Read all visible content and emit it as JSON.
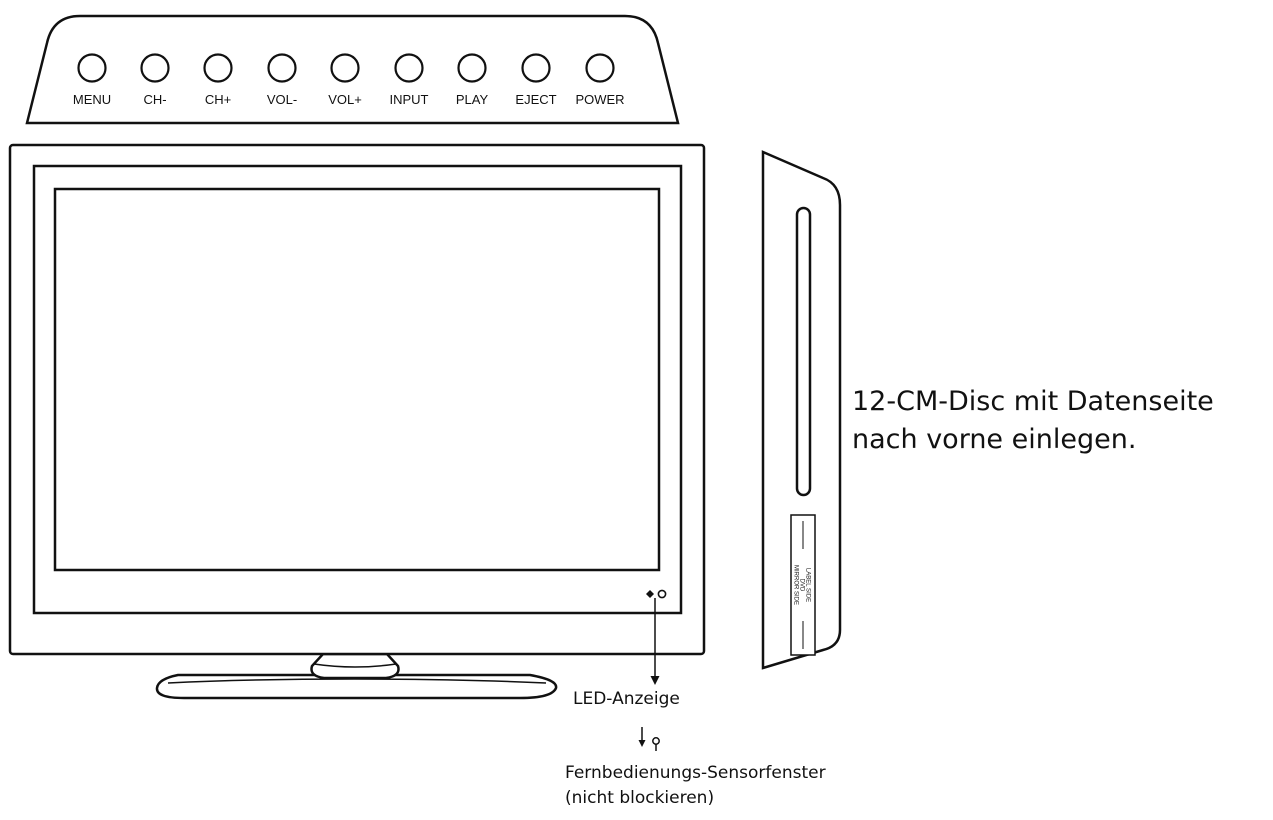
{
  "top_panel": {
    "buttons": [
      {
        "label": "MENU"
      },
      {
        "label": "CH-"
      },
      {
        "label": "CH+"
      },
      {
        "label": "VOL-"
      },
      {
        "label": "VOL+"
      },
      {
        "label": "INPUT"
      },
      {
        "label": "PLAY"
      },
      {
        "label": "EJECT"
      },
      {
        "label": "POWER"
      }
    ]
  },
  "side_panel": {
    "disc_label_lines": [
      "LABEL SIDE",
      "DVD",
      "MIRROR SIDE"
    ]
  },
  "callouts": {
    "disc_instruction_line1": "12-CM-Disc mit Datenseite",
    "disc_instruction_line2": "nach vorne einlegen.",
    "led": "LED-Anzeige",
    "sensor_line1": "Fernbedienungs-Sensorfenster",
    "sensor_line2": "(nicht blockieren)"
  },
  "icons": {
    "led": "led-indicator-icon",
    "sensor": "remote-sensor-icon"
  }
}
